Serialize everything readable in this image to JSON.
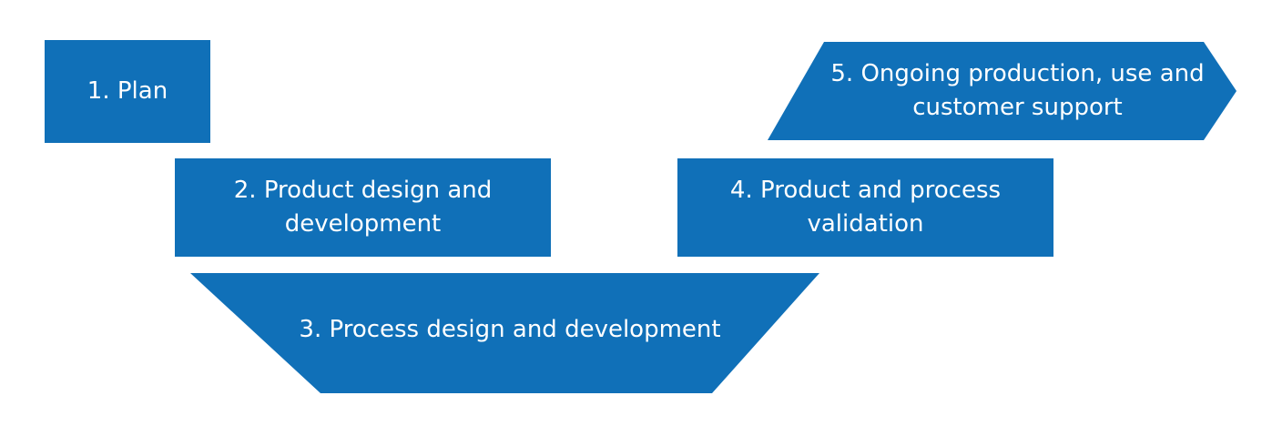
{
  "diagram": {
    "fill_color": "#1070b8",
    "text_color": "#ffffff",
    "stages": [
      {
        "id": "plan",
        "label": "1. Plan",
        "shape": "rectangle"
      },
      {
        "id": "product-design",
        "label": "2. Product design and development",
        "shape": "rectangle"
      },
      {
        "id": "process-design",
        "label": "3. Process design and development",
        "shape": "trapezoid"
      },
      {
        "id": "validation",
        "label": "4. Product and process validation",
        "shape": "rectangle"
      },
      {
        "id": "production",
        "label": "5. Ongoing production, use and customer support",
        "shape": "arrow"
      }
    ]
  }
}
